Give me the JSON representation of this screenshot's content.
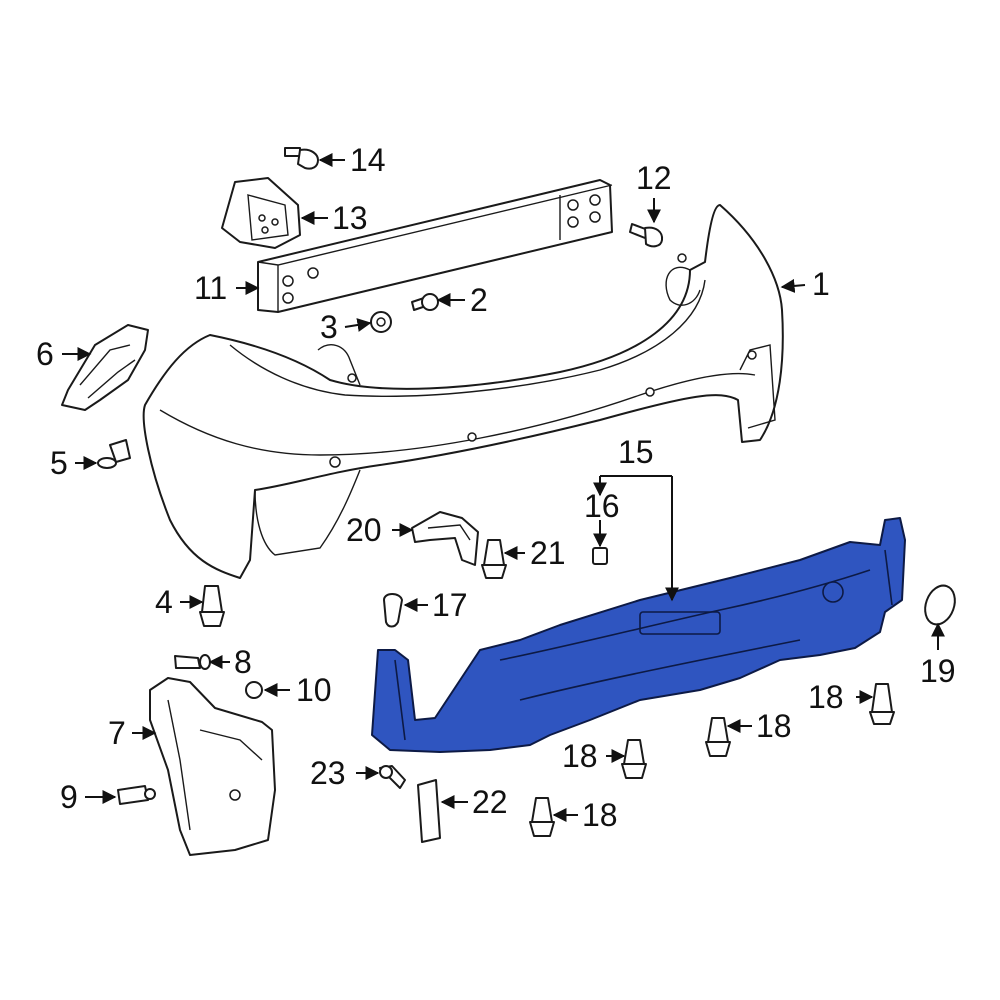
{
  "colors": {
    "highlight": "#2f55c0",
    "line": "#1a1a1a",
    "background": "#ffffff"
  },
  "callouts": {
    "c1": "1",
    "c2": "2",
    "c3": "3",
    "c4": "4",
    "c5": "5",
    "c6": "6",
    "c7": "7",
    "c8": "8",
    "c9": "9",
    "c10": "10",
    "c11": "11",
    "c12": "12",
    "c13": "13",
    "c14": "14",
    "c15": "15",
    "c16": "16",
    "c17": "17",
    "c18a": "18",
    "c18b": "18",
    "c18c": "18",
    "c18d": "18",
    "c19": "19",
    "c20": "20",
    "c21": "21",
    "c22": "22",
    "c23": "23"
  }
}
